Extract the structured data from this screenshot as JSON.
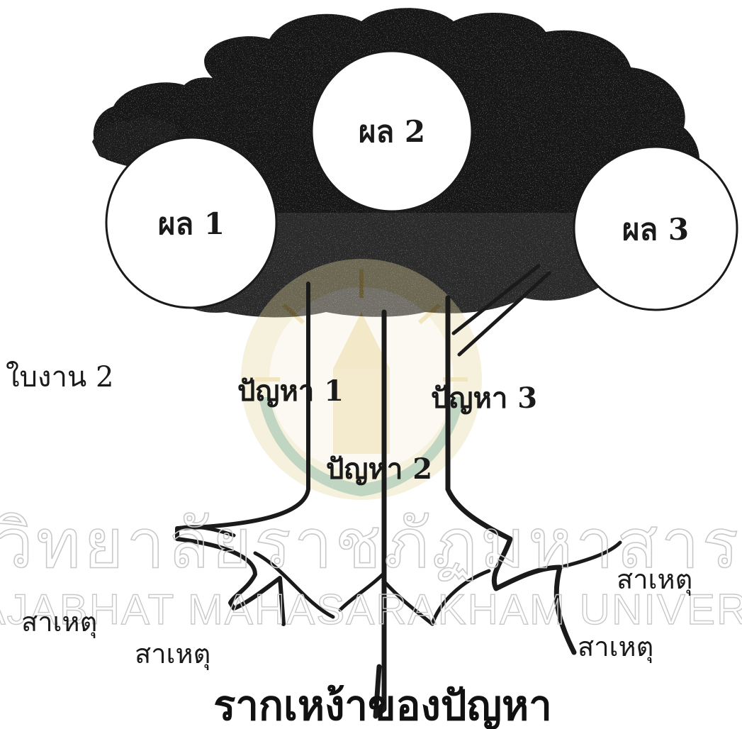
{
  "title": "รากเหง้าของปัญหา",
  "worksheet": "ใบงาน  2",
  "fruits": [
    "ผล 1",
    "ผล 2",
    "ผล 3"
  ],
  "problems": [
    "ปัญหา 1",
    "ปัญหา 2",
    "ปัญหา 3"
  ],
  "causes": [
    "สาเหตุ",
    "สาเหตุ",
    "สาเหตุ",
    "สาเหตุ"
  ],
  "watermark": {
    "thai": "มหาวิทยาลัยราชภัฏมหาสารคาม",
    "english": "RAJABHAT MAHASARAKHAM UNIVERSITY",
    "logo": "university-seal"
  },
  "colors": {
    "canopy": "#151515",
    "fruit_fill": "#ffffff",
    "outline": "#1a1a1a",
    "watermark_gray": "#c9c9c9",
    "seal_yellow": "#d8b64a",
    "seal_green": "#4f8a55"
  }
}
